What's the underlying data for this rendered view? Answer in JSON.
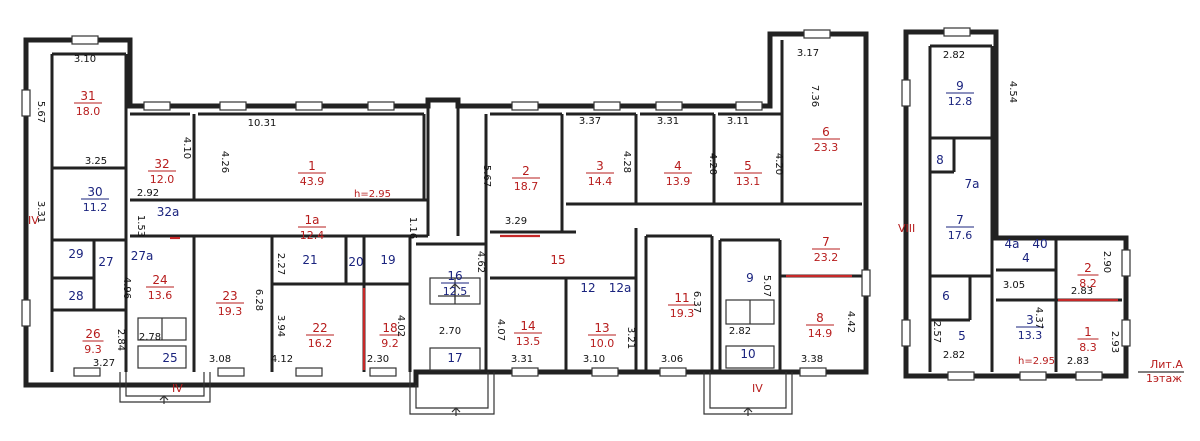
{
  "height_labels": [
    "h=2.95",
    "h=2.95"
  ],
  "axis_labels": [
    "IV",
    "IV",
    "IV",
    "VIII"
  ],
  "title": {
    "line1": "Лит.А",
    "line2": "1этаж"
  },
  "rooms": [
    {
      "id": "r31",
      "number": "31",
      "area": "18.0",
      "color": "red"
    },
    {
      "id": "r30",
      "number": "30",
      "area": "11.2",
      "color": "blue"
    },
    {
      "id": "r29",
      "number": "29",
      "area": "",
      "color": "blue"
    },
    {
      "id": "r28",
      "number": "28",
      "area": "",
      "color": "blue"
    },
    {
      "id": "r27",
      "number": "27",
      "area": "",
      "color": "blue"
    },
    {
      "id": "r27a",
      "number": "27а",
      "area": "",
      "color": "blue"
    },
    {
      "id": "r26",
      "number": "26",
      "area": "9.3",
      "color": "red"
    },
    {
      "id": "r24",
      "number": "24",
      "area": "13.6",
      "color": "red"
    },
    {
      "id": "r25",
      "number": "25",
      "area": "",
      "color": "blue"
    },
    {
      "id": "r32",
      "number": "32",
      "area": "12.0",
      "color": "red"
    },
    {
      "id": "r32a",
      "number": "32а",
      "area": "",
      "color": "blue"
    },
    {
      "id": "r1",
      "number": "1",
      "area": "43.9",
      "color": "red"
    },
    {
      "id": "r1a",
      "number": "1а",
      "area": "12.4",
      "color": "red"
    },
    {
      "id": "r23",
      "number": "23",
      "area": "19.3",
      "color": "red"
    },
    {
      "id": "r21",
      "number": "21",
      "area": "",
      "color": "blue"
    },
    {
      "id": "r20",
      "number": "20",
      "area": "",
      "color": "blue"
    },
    {
      "id": "r19",
      "number": "19",
      "area": "",
      "color": "blue"
    },
    {
      "id": "r22",
      "number": "22",
      "area": "16.2",
      "color": "red"
    },
    {
      "id": "r18",
      "number": "18",
      "area": "9.2",
      "color": "red"
    },
    {
      "id": "r16",
      "number": "16",
      "area": "12.5",
      "color": "blue"
    },
    {
      "id": "r17",
      "number": "17",
      "area": "",
      "color": "blue"
    },
    {
      "id": "r2",
      "number": "2",
      "area": "18.7",
      "color": "red"
    },
    {
      "id": "r3",
      "number": "3",
      "area": "14.4",
      "color": "red"
    },
    {
      "id": "r4",
      "number": "4",
      "area": "13.9",
      "color": "red"
    },
    {
      "id": "r5",
      "number": "5",
      "area": "13.1",
      "color": "red"
    },
    {
      "id": "r6",
      "number": "6",
      "area": "23.3",
      "color": "red"
    },
    {
      "id": "r15",
      "number": "15",
      "area": "",
      "color": "red"
    },
    {
      "id": "r7",
      "number": "7",
      "area": "23.2",
      "color": "red"
    },
    {
      "id": "r14",
      "number": "14",
      "area": "13.5",
      "color": "red"
    },
    {
      "id": "r12",
      "number": "12",
      "area": "",
      "color": "blue"
    },
    {
      "id": "r12a",
      "number": "12а",
      "area": "",
      "color": "blue"
    },
    {
      "id": "r13",
      "number": "13",
      "area": "10.0",
      "color": "red"
    },
    {
      "id": "r11",
      "number": "11",
      "area": "19.3",
      "color": "red"
    },
    {
      "id": "r9",
      "number": "9",
      "area": "",
      "color": "blue"
    },
    {
      "id": "r10",
      "number": "10",
      "area": "",
      "color": "blue"
    },
    {
      "id": "r8",
      "number": "8",
      "area": "14.9",
      "color": "red"
    },
    {
      "id": "b9",
      "number": "9",
      "area": "12.8",
      "color": "blue"
    },
    {
      "id": "b8",
      "number": "8",
      "area": "",
      "color": "blue"
    },
    {
      "id": "b7a",
      "number": "7а",
      "area": "",
      "color": "blue"
    },
    {
      "id": "b7",
      "number": "7",
      "area": "17.6",
      "color": "blue"
    },
    {
      "id": "b4a",
      "number": "4а",
      "area": "",
      "color": "blue"
    },
    {
      "id": "b40",
      "number": "40",
      "area": "",
      "color": "blue"
    },
    {
      "id": "b4",
      "number": "4",
      "area": "",
      "color": "blue"
    },
    {
      "id": "b2",
      "number": "2",
      "area": "8.2",
      "color": "red"
    },
    {
      "id": "b6",
      "number": "6",
      "area": "",
      "color": "blue"
    },
    {
      "id": "b5",
      "number": "5",
      "area": "",
      "color": "blue"
    },
    {
      "id": "b3",
      "number": "3",
      "area": "13.3",
      "color": "blue"
    },
    {
      "id": "b1",
      "number": "1",
      "area": "8.3",
      "color": "red"
    }
  ],
  "dimensions": [
    "3.10",
    "5.67",
    "3.25",
    "3.31",
    "2.92",
    "4.10",
    "1.53",
    "10.31",
    "4.26",
    "1.16",
    "2.27",
    "6.28",
    "3.94",
    "4.02",
    "4.96",
    "2.84",
    "2.78",
    "3.27",
    "3.08",
    "4.12",
    "2.30",
    "4.62",
    "2.70",
    "5.67",
    "3.29",
    "3.37",
    "4.28",
    "3.31",
    "4.20",
    "3.11",
    "4.20",
    "3.17",
    "7.36",
    "4.07",
    "3.31",
    "3.21",
    "3.10",
    "6.37",
    "3.06",
    "5.07",
    "2.82",
    "4.42",
    "3.38",
    "2.82",
    "4.54",
    "2.90",
    "3.05",
    "2.83",
    "4.37",
    "2.57",
    "2.82",
    "2.93",
    "2.83"
  ]
}
